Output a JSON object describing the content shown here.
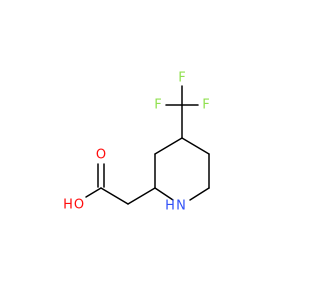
{
  "molecule": {
    "colors": {
      "bond": "#000000",
      "O": "#ff0d0d",
      "N": "#3050f8",
      "F": "#90e050"
    },
    "atoms": [
      {
        "id": "ring_n",
        "label": "N",
        "element": "N"
      },
      {
        "id": "ring_h",
        "label": "H",
        "element": "N"
      },
      {
        "id": "f_left",
        "label": "F",
        "element": "F"
      },
      {
        "id": "f_top",
        "label": "F",
        "element": "F"
      },
      {
        "id": "f_right",
        "label": "F",
        "element": "F"
      },
      {
        "id": "o_carbonyl",
        "label": "O",
        "element": "O"
      },
      {
        "id": "o_hydroxyl",
        "label": "O",
        "element": "O"
      },
      {
        "id": "h_hydroxyl",
        "label": "H",
        "element": "O"
      }
    ]
  }
}
